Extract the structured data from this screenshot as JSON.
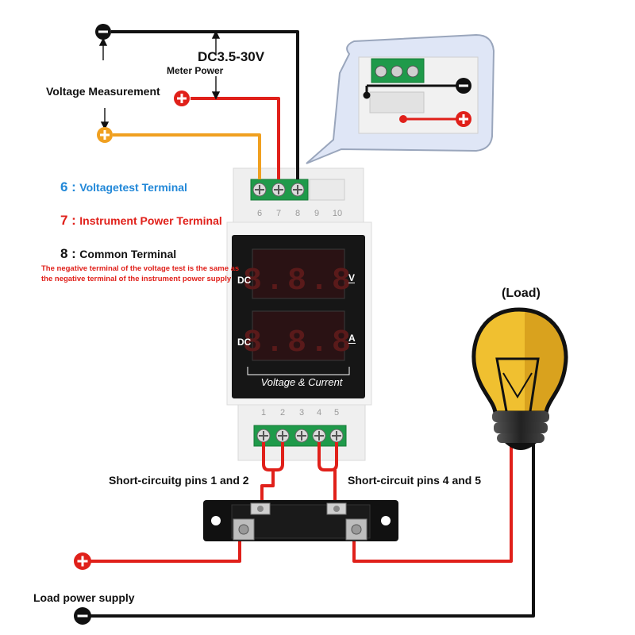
{
  "labels": {
    "dc_range": "DC3.5-30V",
    "meter_power": "Meter Power",
    "voltage_measurement": "Voltage Measurement",
    "terminal_6_num": "6 :",
    "terminal_6_text": "Voltagetest Terminal",
    "terminal_7_num": "7 :",
    "terminal_7_text": "Instrument Power Terminal",
    "terminal_8_num": "8 :",
    "terminal_8_text": "Common Terminal",
    "note": "The negative terminal of the voltage test is the same as the negative terminal of the instrument power supply",
    "load": "(Load)",
    "short_12": "Short-circuitg pins 1 and 2",
    "short_45": "Short-circuit pins 4 and 5",
    "load_power_supply": "Load power supply"
  },
  "meter": {
    "top_pins": [
      "6",
      "7",
      "8",
      "9",
      "10"
    ],
    "bottom_pins": [
      "1",
      "2",
      "3",
      "4",
      "5"
    ],
    "dc_top": "DC",
    "dc_bottom": "DC",
    "unit_top": "V",
    "unit_bottom": "A",
    "caption": "Voltage & Current"
  },
  "colors": {
    "positive_wire": "#e0201a",
    "voltage_wire": "#f0a020",
    "negative_wire": "#111111",
    "terminal_green": "#1f9a4a",
    "bulb_yellow": "#f0c030",
    "label_blue": "#2288d8"
  },
  "icons": [
    "minus-icon",
    "plus-icon",
    "bulb-icon",
    "shunt-icon",
    "terminal-block-icon"
  ]
}
